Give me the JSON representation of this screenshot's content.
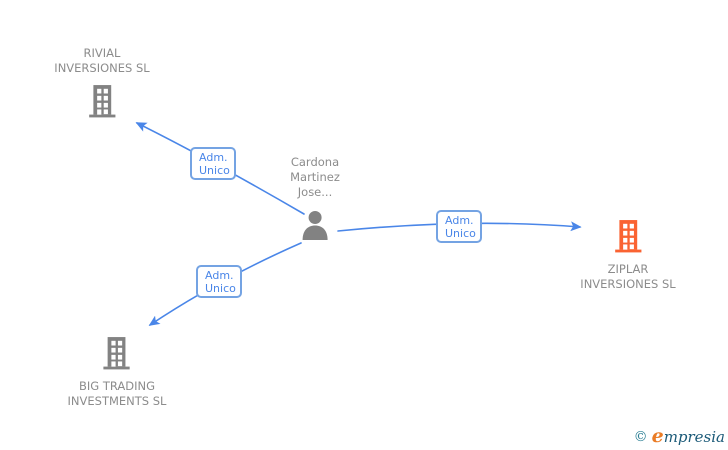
{
  "diagram": {
    "person": {
      "lines": [
        "Cardona",
        "Martinez",
        "Jose..."
      ]
    },
    "companies": [
      {
        "name_lines": [
          "RIVIAL",
          "INVERSIONES SL"
        ],
        "highlight": false
      },
      {
        "name_lines": [
          "ZIPLAR",
          "INVERSIONES SL"
        ],
        "highlight": true
      },
      {
        "name_lines": [
          "BIG TRADING",
          "INVESTMENTS SL"
        ],
        "highlight": false
      }
    ],
    "edges": [
      {
        "from": "person",
        "to": "RIVIAL INVERSIONES SL",
        "label": [
          "Adm.",
          "Unico"
        ]
      },
      {
        "from": "person",
        "to": "ZIPLAR INVERSIONES SL",
        "label": [
          "Adm.",
          "Unico"
        ]
      },
      {
        "from": "person",
        "to": "BIG TRADING INVESTMENTS SL",
        "label": [
          "Adm.",
          "Unico"
        ]
      }
    ],
    "watermark": {
      "symbol": "©",
      "brand_lead": "e",
      "brand_rest": "mpresia"
    },
    "colors": {
      "edge_blue": "#4a86e8",
      "box_border_blue": "#74a3e3",
      "box_text_blue": "#4a86e8",
      "icon_gray": "#828282",
      "icon_orange": "#fa6332",
      "label_gray": "#8c8c8c",
      "watermark_teal": "#2b7f94",
      "watermark_dark": "#1b5a78",
      "watermark_orange": "#ea7c26"
    }
  }
}
